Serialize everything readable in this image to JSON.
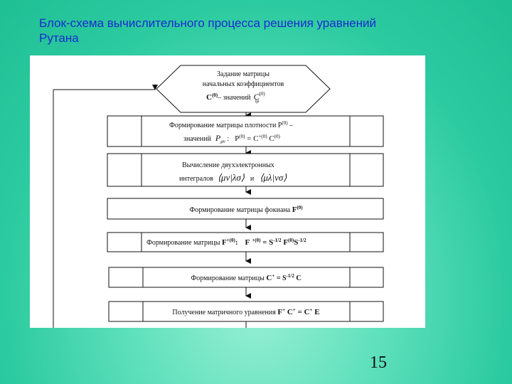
{
  "slide": {
    "title_line1": "Блок-схема вычислительного процесса решения уравнений",
    "title_line2": "Рутана",
    "page_number": "15"
  },
  "flowchart": {
    "start": {
      "line1": "Задание матрицы",
      "line2": "начальных коэффициентов",
      "line3_main": "C",
      "line3_sup": "(0)",
      "line3_dash": "– значений",
      "line3_sym": "C",
      "line3_sym_sup": "(0)",
      "line3_sym_sub": "iμ"
    },
    "step1": {
      "line1": "Формирование   матрицы   плотности P",
      "line1_sup": "(0)",
      "line1_tail": " –",
      "line2_a": "значений",
      "line2_sym": "P",
      "line2_sub": "μν",
      "line2_colon": " :",
      "line2_eq": "P",
      "line2_eq_sup": "(0)",
      "line2_eq_rest": " = C",
      "line2_eq_rest_sup": "+(0)",
      "line2_eq_end": " C",
      "line2_eq_end_sup": "(0)"
    },
    "step2": {
      "line1": "Вычисление двухэлектронных",
      "line2_a": "интегралов",
      "line2_int1": "⟨μν|λσ⟩",
      "line2_and": "и",
      "line2_int2": "⟨μλ|νσ⟩"
    },
    "step3": {
      "text": "Формирование матрицы фокиана ",
      "bold": "F",
      "bold_sup": "(0)"
    },
    "step4": {
      "text": "Формирование матрицы ",
      "bold": "F",
      "bold_sup": "+(0)",
      "colon": ":",
      "eq_a": "F",
      "eq_a_sup": "+(0)",
      "eq_b": " = S",
      "eq_b_sup": "-1/2",
      "eq_c": " F",
      "eq_c_sup": "(0)",
      "eq_d": "S",
      "eq_d_sup": "-1/2"
    },
    "step5": {
      "text": "Формирование матрицы  ",
      "bold": "C",
      "bold_sup": "+",
      "eq": " = S",
      "eq_sup": "-1/2",
      "eq_end": " C"
    },
    "step6": {
      "text": "Получение матричного уравнения  ",
      "bold_a": "F",
      "bold_a_sup": "+",
      "bold_b": " C",
      "bold_b_sup": "+",
      "bold_c": " = C",
      "bold_c_sup": "+",
      "bold_d": " E"
    }
  }
}
